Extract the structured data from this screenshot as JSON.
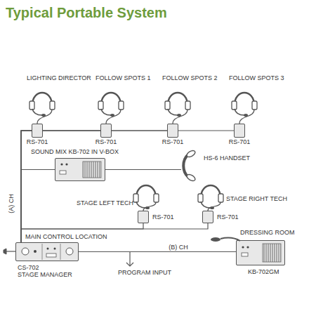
{
  "diagram": {
    "title": "Typical Portable System",
    "nodes": [
      {
        "text": [
          "RS-701"
        ]
      },
      {
        "text": [
          "RS-701"
        ]
      },
      {
        "text": [
          "RS-701"
        ]
      },
      {
        "text": [
          "RS-701"
        ]
      },
      {
        "text": [
          "SOUND MIX KB-702 IN V-BOX"
        ]
      },
      {
        "text": [
          "HS-6 HANDSET"
        ]
      },
      {
        "text": [
          "RS-701"
        ]
      },
      {
        "text": [
          "RS-701"
        ]
      },
      {
        "text": [
          "CS-702",
          "STAGE MANAGER"
        ]
      },
      {
        "text": [
          "KB-702GM"
        ]
      }
    ],
    "edges": [
      {
        "from": 8,
        "to": 0,
        "arrow": "none"
      },
      {
        "from": 8,
        "to": 1,
        "arrow": "none"
      },
      {
        "from": 8,
        "to": 2,
        "arrow": "none"
      },
      {
        "from": 8,
        "to": 3,
        "arrow": "none"
      },
      {
        "from": 8,
        "to": 4,
        "arrow": "none"
      },
      {
        "from": 4,
        "to": 5,
        "arrow": "none"
      },
      {
        "from": 8,
        "to": 6,
        "arrow": "none"
      },
      {
        "from": 8,
        "to": 7,
        "arrow": "none"
      },
      {
        "from": 8,
        "to": 9,
        "label": "(B) CH",
        "arrow": "none"
      }
    ],
    "labels": [
      "LIGHTING DIRECTOR",
      "FOLLOW SPOTS 1",
      "FOLLOW SPOTS 2",
      "FOLLOW SPOTS 3",
      "STAGE LEFT TECH",
      "STAGE RIGHT TECH",
      "(A) CH",
      "MAIN CONTROL LOCATION",
      "DRESSING ROOM",
      "PROGRAM INPUT"
    ]
  }
}
